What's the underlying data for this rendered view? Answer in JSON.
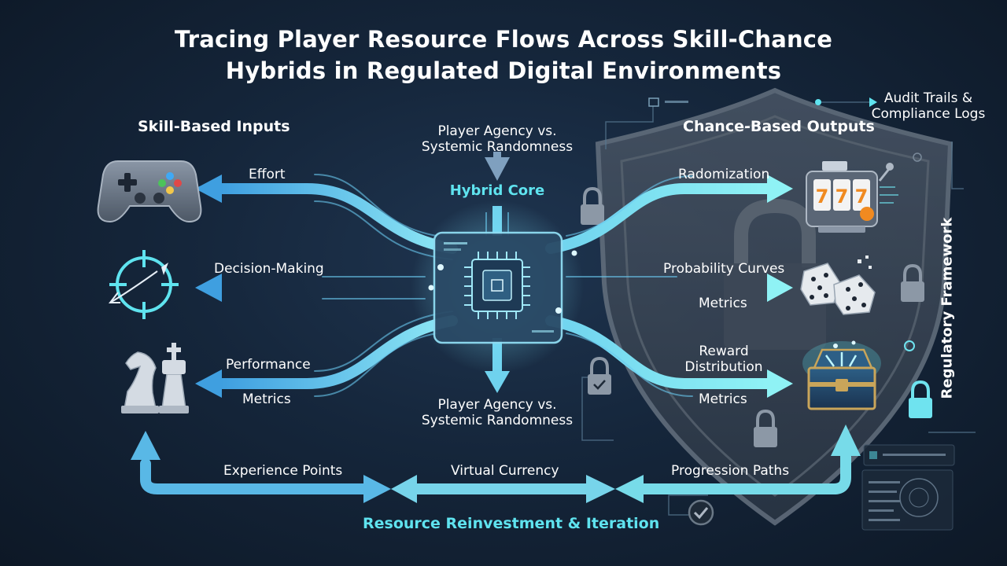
{
  "title_line1": "Tracing Player Resource Flows Across Skill-Chance",
  "title_line2": "Hybrids in Regulated Digital Environments",
  "skill_heading": "Skill-Based Inputs",
  "chance_heading": "Chance-Based Outputs",
  "hybrid_core": "Hybrid Core",
  "agency_top_l1": "Player Agency vs.",
  "agency_top_l2": "Systemic Randomness",
  "agency_bottom_l1": "Player Agency vs.",
  "agency_bottom_l2": "Systemic Randomness",
  "audit_l1": "Audit Trails &",
  "audit_l2": "Compliance Logs",
  "regulatory": "Regulatory Framework",
  "inputs": {
    "effort": "Effort",
    "decision": "Decision-Making",
    "performance": "Performance",
    "metrics": "Metrics"
  },
  "outputs": {
    "randomization": "Radomization",
    "probability": "Probability Curves",
    "metrics_mid": "Metrics",
    "reward_l1": "Reward",
    "reward_l2": "Distribution",
    "metrics_bottom": "Metrics"
  },
  "loop": {
    "experience": "Experience Points",
    "currency": "Virtual Currency",
    "progression": "Progression Paths",
    "caption": "Resource Reinvestment & Iteration"
  },
  "colors": {
    "accent_cyan": "#5fe3ef",
    "flow_blue": "#59b8e6",
    "shield": "#3a4656",
    "background": "#15263b"
  },
  "icons": [
    "gamepad-icon",
    "crosshair-icon",
    "chess-icon",
    "chip-icon",
    "slot-machine-icon",
    "dice-icon",
    "treasure-chest-icon",
    "lock-icon",
    "check-icon",
    "shield-icon"
  ]
}
